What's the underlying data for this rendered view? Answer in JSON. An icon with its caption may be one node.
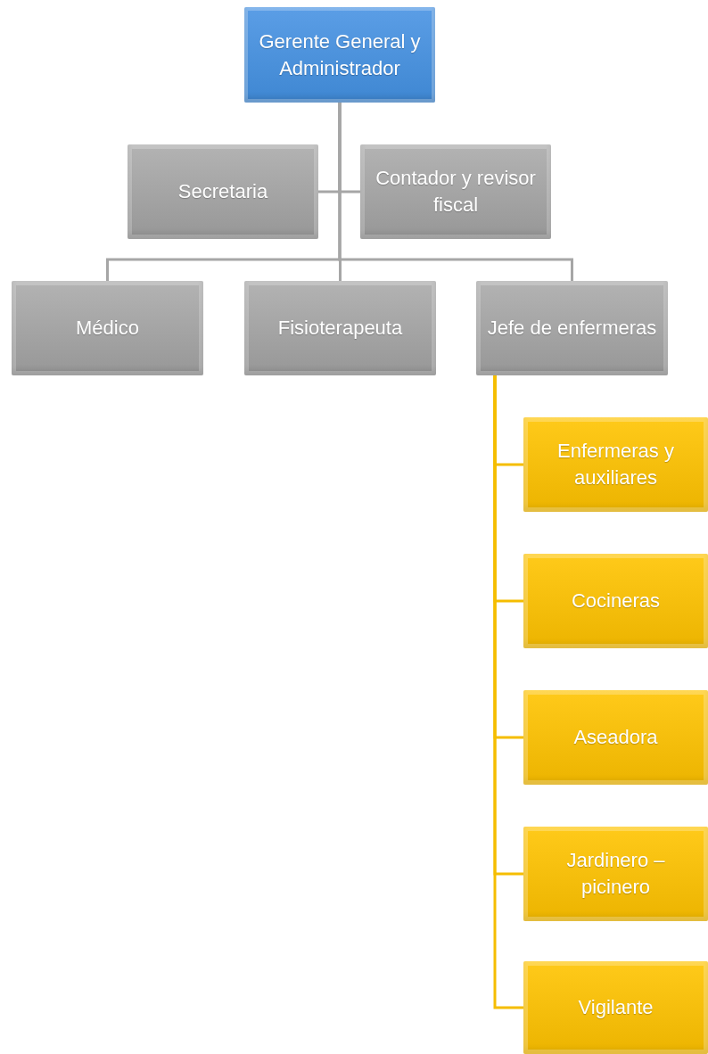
{
  "diagram": {
    "nodes": [
      {
        "text": [
          "Gerente General y Administrador"
        ]
      },
      {
        "text": [
          "Secretaria"
        ]
      },
      {
        "text": [
          "Contador y revisor fiscal"
        ]
      },
      {
        "text": [
          "Médico"
        ]
      },
      {
        "text": [
          "Fisioterapeuta"
        ]
      },
      {
        "text": [
          "Jefe de enfermeras"
        ]
      },
      {
        "text": [
          "Enfermeras y auxiliares"
        ]
      },
      {
        "text": [
          "Cocineras"
        ]
      },
      {
        "text": [
          "Aseadora"
        ]
      },
      {
        "text": [
          "Jardinero – picinero"
        ]
      },
      {
        "text": [
          "Vigilante"
        ]
      }
    ],
    "edges": [
      {
        "from": 0,
        "to": 1,
        "arrow": "none"
      },
      {
        "from": 0,
        "to": 2,
        "arrow": "none"
      },
      {
        "from": 0,
        "to": 3,
        "arrow": "none"
      },
      {
        "from": 0,
        "to": 4,
        "arrow": "none"
      },
      {
        "from": 0,
        "to": 5,
        "arrow": "none"
      },
      {
        "from": 5,
        "to": 6,
        "arrow": "none",
        "color": "#f5bd00"
      },
      {
        "from": 5,
        "to": 7,
        "arrow": "none",
        "color": "#f5bd00"
      },
      {
        "from": 5,
        "to": 8,
        "arrow": "none",
        "color": "#f5bd00"
      },
      {
        "from": 5,
        "to": 9,
        "arrow": "none",
        "color": "#f5bd00"
      },
      {
        "from": 5,
        "to": 10,
        "arrow": "none",
        "color": "#f5bd00"
      }
    ]
  }
}
